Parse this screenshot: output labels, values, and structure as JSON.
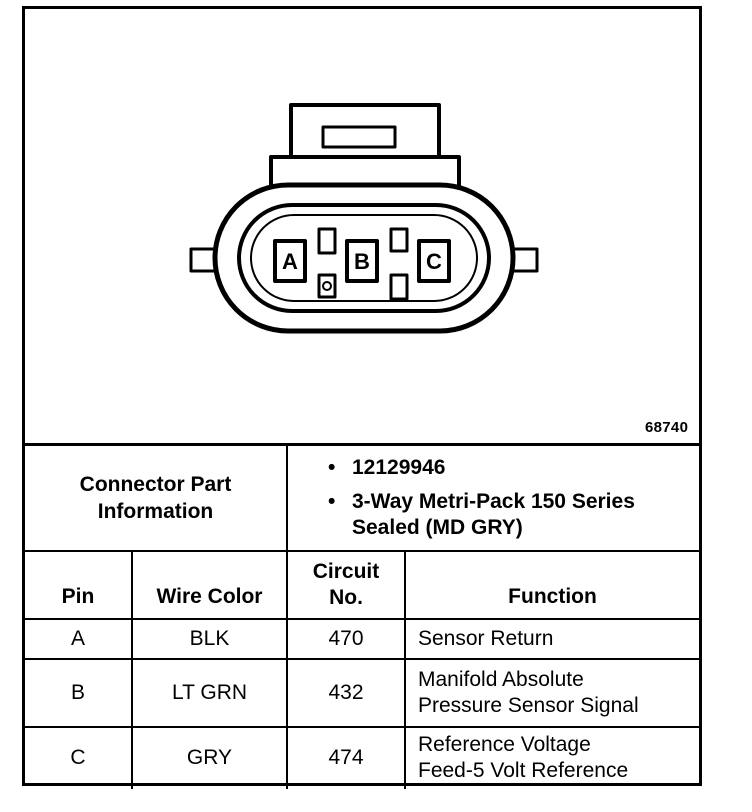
{
  "diagram": {
    "pin_labels": [
      "A",
      "B",
      "C"
    ],
    "figure_number": "68740"
  },
  "part_info": {
    "label_line1": "Connector Part",
    "label_line2": "Information",
    "items": [
      {
        "line1": "12129946",
        "line2": ""
      },
      {
        "line1": "3-Way Metri-Pack 150 Series",
        "line2": "Sealed (MD GRY)"
      }
    ]
  },
  "table": {
    "headers": {
      "pin": "Pin",
      "wire_color": "Wire Color",
      "circuit_line1": "Circuit",
      "circuit_line2": "No.",
      "function": "Function"
    },
    "rows": [
      {
        "pin": "A",
        "wire_color": "BLK",
        "circuit": "470",
        "function_line1": "Sensor Return",
        "function_line2": ""
      },
      {
        "pin": "B",
        "wire_color": "LT GRN",
        "circuit": "432",
        "function_line1": "Manifold Absolute",
        "function_line2": "Pressure Sensor Signal"
      },
      {
        "pin": "C",
        "wire_color": "GRY",
        "circuit": "474",
        "function_line1": "Reference Voltage",
        "function_line2": "Feed-5 Volt Reference"
      }
    ]
  }
}
